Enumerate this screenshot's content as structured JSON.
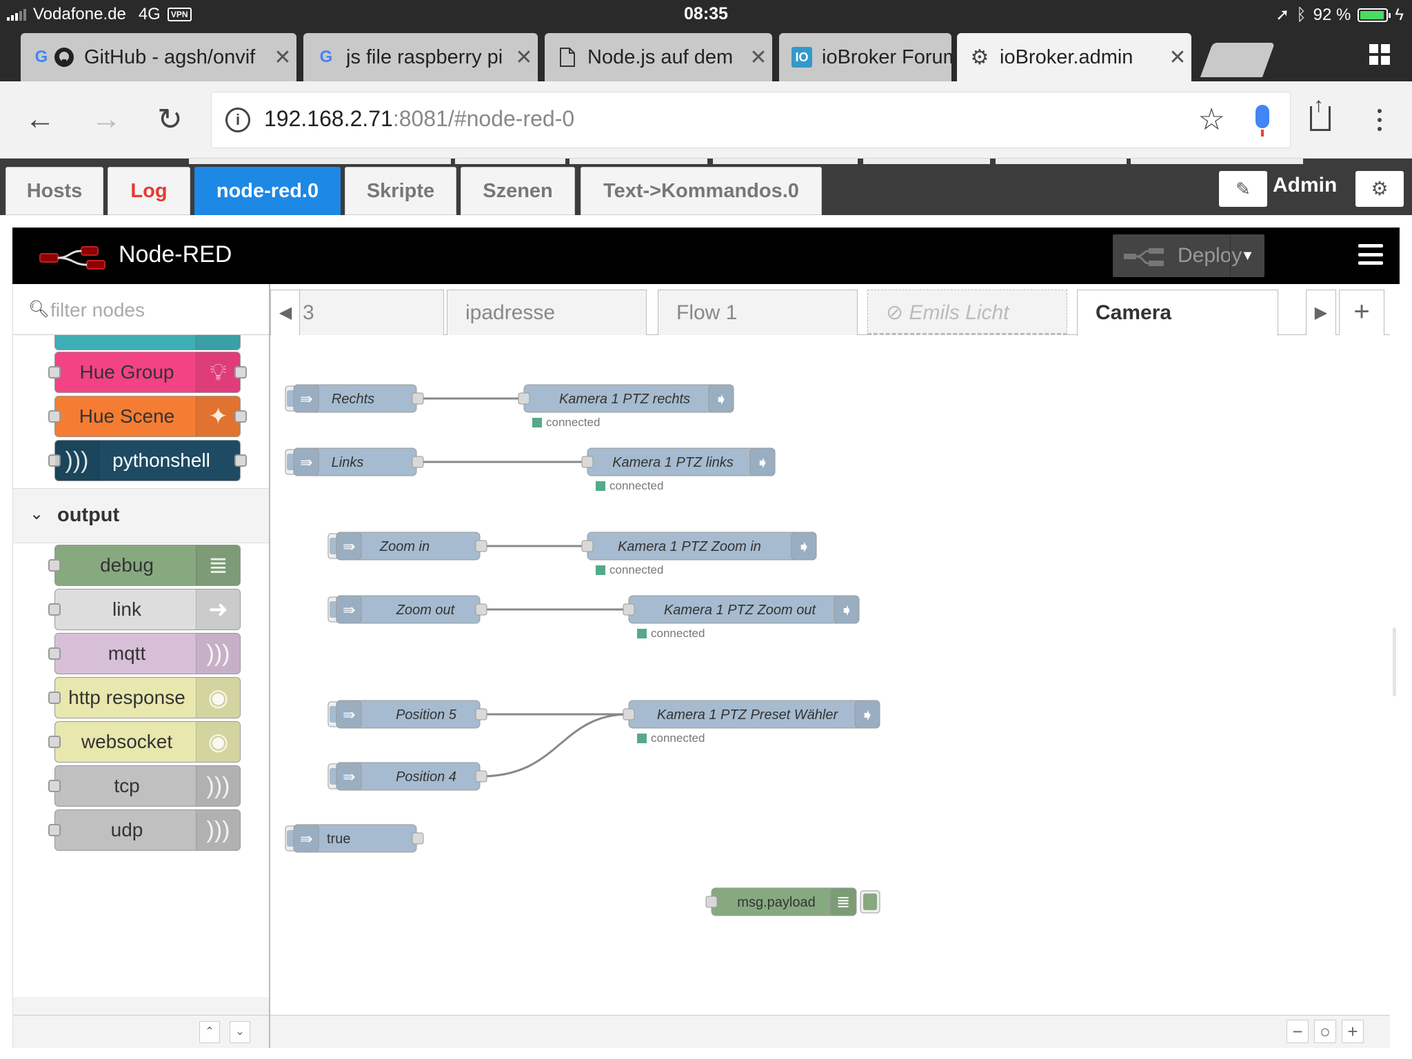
{
  "status_bar": {
    "carrier": "Vodafone.de",
    "network": "4G",
    "vpn": "VPN",
    "time": "08:35",
    "battery": "92 %"
  },
  "browser_tabs": [
    {
      "title": "GitHub - agsh/onvif"
    },
    {
      "title": "js file raspberry pi"
    },
    {
      "title": "Node.js auf dem"
    },
    {
      "title": "ioBroker Forum"
    },
    {
      "title": "ioBroker.admin"
    }
  ],
  "favicons": {
    "google": "G",
    "iobroker": "IO"
  },
  "address_bar": {
    "host": "192.168.2.71",
    "path": ":8081/#node-red-0"
  },
  "iobroker": {
    "tabs": [
      {
        "label": "Hosts"
      },
      {
        "label": "Log"
      },
      {
        "label": "node-red.0"
      },
      {
        "label": "Skripte"
      },
      {
        "label": "Szenen"
      },
      {
        "label": "Text->Kommandos.0"
      }
    ],
    "user": "Admin"
  },
  "nodered": {
    "title": "Node-RED",
    "deploy_label": "Deploy",
    "filter_placeholder": "filter nodes",
    "category_output": "output",
    "palette_nodes": [
      {
        "label": "Hue Group",
        "color": "#f24384"
      },
      {
        "label": "Hue Scene",
        "color": "#f57c33"
      },
      {
        "label": "pythonshell",
        "color": "#1e4b63"
      },
      {
        "label": "debug",
        "color": "#87a980"
      },
      {
        "label": "link",
        "color": "#dddddd"
      },
      {
        "label": "mqtt",
        "color": "#d8bfd8"
      },
      {
        "label": "http response",
        "color": "#e7e7ae"
      },
      {
        "label": "websocket",
        "color": "#e7e7ae"
      },
      {
        "label": "tcp",
        "color": "#c0c0c0"
      },
      {
        "label": "udp",
        "color": "#c0c0c0"
      }
    ],
    "flow_tabs": [
      {
        "label": "3"
      },
      {
        "label": "ipadresse"
      },
      {
        "label": "Flow 1"
      },
      {
        "label": "Emils Licht"
      },
      {
        "label": "Camera"
      }
    ],
    "flow_nodes": {
      "inject_rechts": "Rechts",
      "inject_links": "Links",
      "inject_zoom_in": "Zoom in",
      "inject_zoom_out": "Zoom out",
      "inject_pos5": "Position 5",
      "inject_pos4": "Position 4",
      "inject_true": "true",
      "cam_rechts": "Kamera 1 PTZ rechts",
      "cam_links": "Kamera 1 PTZ links",
      "cam_zoom_in": "Kamera 1 PTZ Zoom in",
      "cam_zoom_out": "Kamera 1 PTZ Zoom out",
      "cam_preset": "Kamera 1 PTZ Preset Wähler",
      "debug": "msg.payload",
      "status": "connected"
    },
    "colors": {
      "inject": "#a6bbcf",
      "debug": "#87a980",
      "status_ok": "#5a8"
    }
  }
}
